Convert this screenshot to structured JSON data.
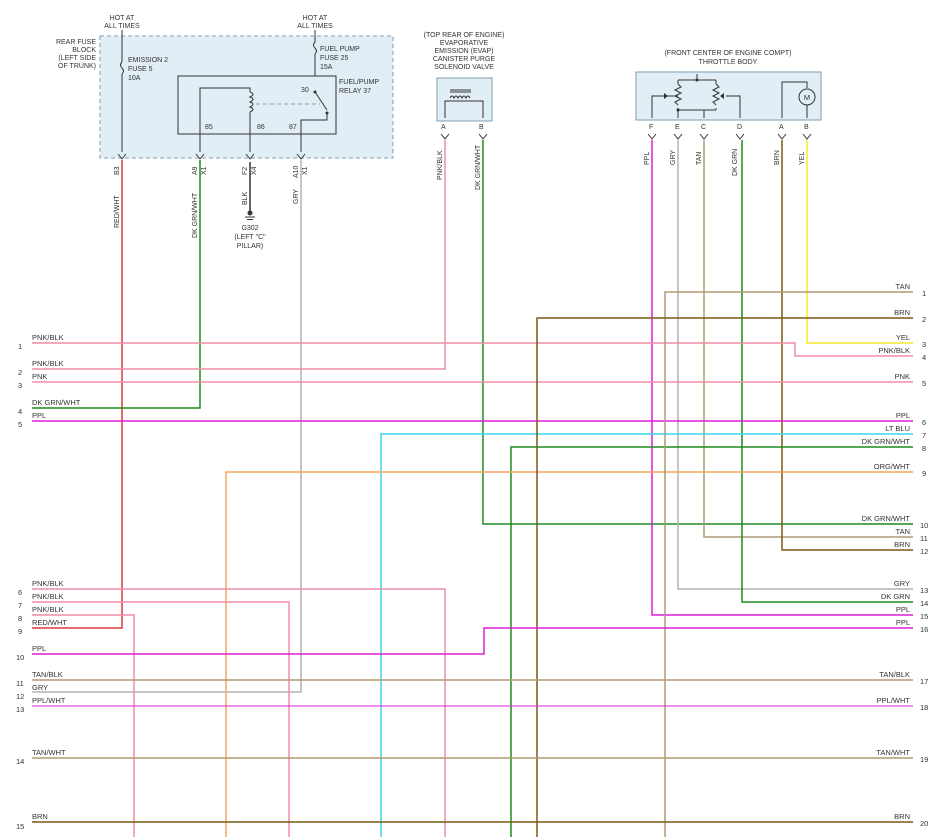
{
  "colors": {
    "pnk": "#ef8fa6",
    "red": "#dd3b3b",
    "dkgrn": "#1f8a1f",
    "ppl": "#dd1fd6",
    "ltblu": "#3cd6ee",
    "org": "#f2a660",
    "gry": "#b3b3b3",
    "tan": "#b19a72",
    "brn": "#7a5a17",
    "yel": "#f6ec2c",
    "blk": "#333333",
    "box_fill": "#e1eef5",
    "box_stroke": "#7f9fb2"
  },
  "fuse_block": {
    "hot1": [
      "HOT AT",
      "ALL TIMES"
    ],
    "hot2": [
      "HOT AT",
      "ALL TIMES"
    ],
    "block_name": [
      "REAR FUSE",
      "BLOCK",
      "(LEFT SIDE",
      "OF TRUNK)"
    ],
    "fuse1": [
      "EMISSION 2",
      "FUSE 5",
      "10A"
    ],
    "fuse2": [
      "FUEL PUMP",
      "FUSE 25",
      "15A"
    ],
    "relay": [
      "FUEL/PUMP",
      "RELAY 37"
    ],
    "relay_pin_30": "30",
    "pins": [
      "85",
      "86",
      "87"
    ],
    "connectors": [
      {
        "pin": "B3",
        "conn": ""
      },
      {
        "pin": "A9",
        "conn": "X1"
      },
      {
        "pin": "F2",
        "conn": "X4"
      },
      {
        "pin": "A10",
        "conn": "X1"
      }
    ],
    "wires": [
      "RED/WHT",
      "DK GRN/WHT",
      "BLK",
      "GRY"
    ],
    "ground": [
      "G302",
      "(LEFT \"C\"",
      "PILLAR)"
    ]
  },
  "evap": {
    "title": [
      "(TOP REAR OF ENGINE)",
      "EVAPORATIVE",
      "EMISSION (EVAP)",
      "CANISTER PURGE",
      "SOLENOID VALVE"
    ],
    "pins": [
      "A",
      "B"
    ],
    "wires": [
      "PNK/BLK",
      "DK GRN/WHT"
    ]
  },
  "throttle": {
    "title": [
      "(FRONT CENTER OF ENGINE COMPT)",
      "THROTTLE BODY"
    ],
    "pins": [
      "F",
      "E",
      "C",
      "D",
      "A",
      "B"
    ],
    "wires": [
      "PPL",
      "GRY",
      "TAN",
      "DK GRN",
      "BRN",
      "YEL"
    ],
    "motor": "M"
  },
  "left_wires": [
    {
      "num": "1",
      "label": "PNK/BLK"
    },
    {
      "num": "2",
      "label": "PNK/BLK"
    },
    {
      "num": "3",
      "label": "PNK"
    },
    {
      "num": "4",
      "label": "DK GRN/WHT"
    },
    {
      "num": "5",
      "label": "PPL"
    },
    {
      "num": "6",
      "label": "PNK/BLK"
    },
    {
      "num": "7",
      "label": "PNK/BLK"
    },
    {
      "num": "8",
      "label": "PNK/BLK"
    },
    {
      "num": "9",
      "label": "RED/WHT"
    },
    {
      "num": "10",
      "label": "PPL"
    },
    {
      "num": "11",
      "label": "TAN/BLK"
    },
    {
      "num": "12",
      "label": "GRY"
    },
    {
      "num": "13",
      "label": "PPL/WHT"
    },
    {
      "num": "14",
      "label": "TAN/WHT"
    },
    {
      "num": "15",
      "label": "BRN"
    }
  ],
  "right_wires": [
    {
      "num": "1",
      "label": "TAN"
    },
    {
      "num": "2",
      "label": "BRN"
    },
    {
      "num": "3",
      "label": "YEL"
    },
    {
      "num": "4",
      "label": "PNK/BLK"
    },
    {
      "num": "5",
      "label": "PNK"
    },
    {
      "num": "6",
      "label": "PPL"
    },
    {
      "num": "7",
      "label": "LT BLU"
    },
    {
      "num": "8",
      "label": "DK GRN/WHT"
    },
    {
      "num": "9",
      "label": "ORG/WHT"
    },
    {
      "num": "10",
      "label": "DK GRN/WHT"
    },
    {
      "num": "11",
      "label": "TAN"
    },
    {
      "num": "12",
      "label": "BRN"
    },
    {
      "num": "13",
      "label": "GRY"
    },
    {
      "num": "14",
      "label": "DK GRN"
    },
    {
      "num": "15",
      "label": "PPL"
    },
    {
      "num": "16",
      "label": "PPL"
    },
    {
      "num": "17",
      "label": "TAN/BLK"
    },
    {
      "num": "18",
      "label": "PPL/WHT"
    },
    {
      "num": "19",
      "label": "TAN/WHT"
    },
    {
      "num": "20",
      "label": "BRN"
    }
  ]
}
